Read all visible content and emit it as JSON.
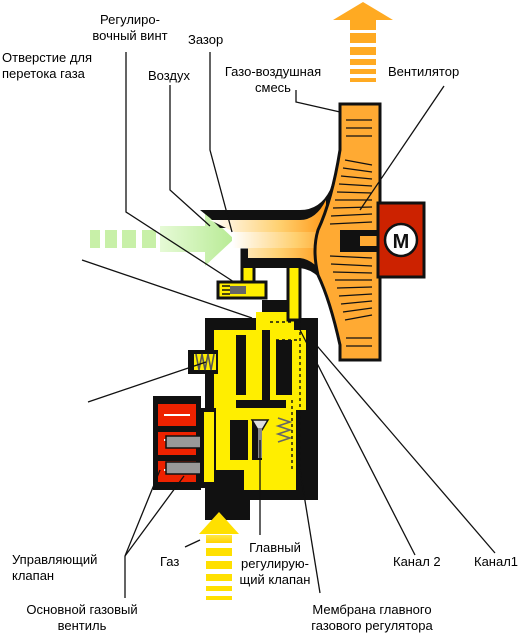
{
  "labels": {
    "adjusting_screw": "Регулиро-\nвочный винт",
    "gap": "Зазор",
    "bypass_hole": "Отверстие для\nперетока газа",
    "air": "Воздух",
    "gas_air_mixture": "Газо-воздушная\nсмесь",
    "fan": "Вентилятор",
    "motor_symbol": "M",
    "control_valve": "Управляющий\nклапан",
    "gas": "Газ",
    "main_regulating_valve": "Главный\nрегулирую-\nщий клапан",
    "channel_2": "Канал 2",
    "channel_1": "Канал1",
    "main_gas_valve": "Основной газовый\nвентиль",
    "main_regulator_membrane": "Мембрана главного\nгазового регулятора"
  },
  "colors": {
    "body_yellow": "#ffee00",
    "housing_black": "#111111",
    "arrow_orange": "#ffaa22",
    "air_green": "#c8f0a8",
    "fan_orange": "#ffaa33",
    "motor_red": "#cc2200",
    "valve_red": "#ee2200",
    "spring_gray": "#888888"
  }
}
